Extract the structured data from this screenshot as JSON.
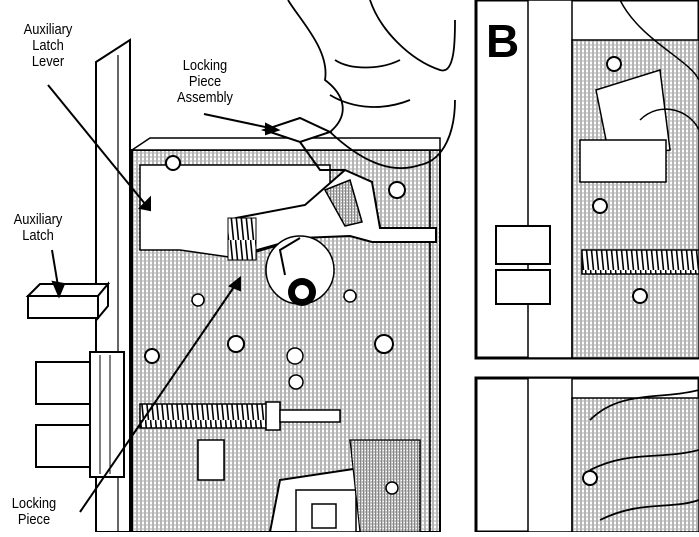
{
  "figure": {
    "labels": {
      "auxiliary_latch_lever": "Auxiliary\nLatch\nLever",
      "locking_piece_assembly": "Locking\nPiece\nAssembly",
      "auxiliary_latch": "Auxiliary\nLatch",
      "locking_piece": "Locking\nPiece"
    },
    "panel_b_letter": "B"
  },
  "colors": {
    "ink": "#000000",
    "paper": "#ffffff",
    "hatch": "#6b6b6b"
  }
}
